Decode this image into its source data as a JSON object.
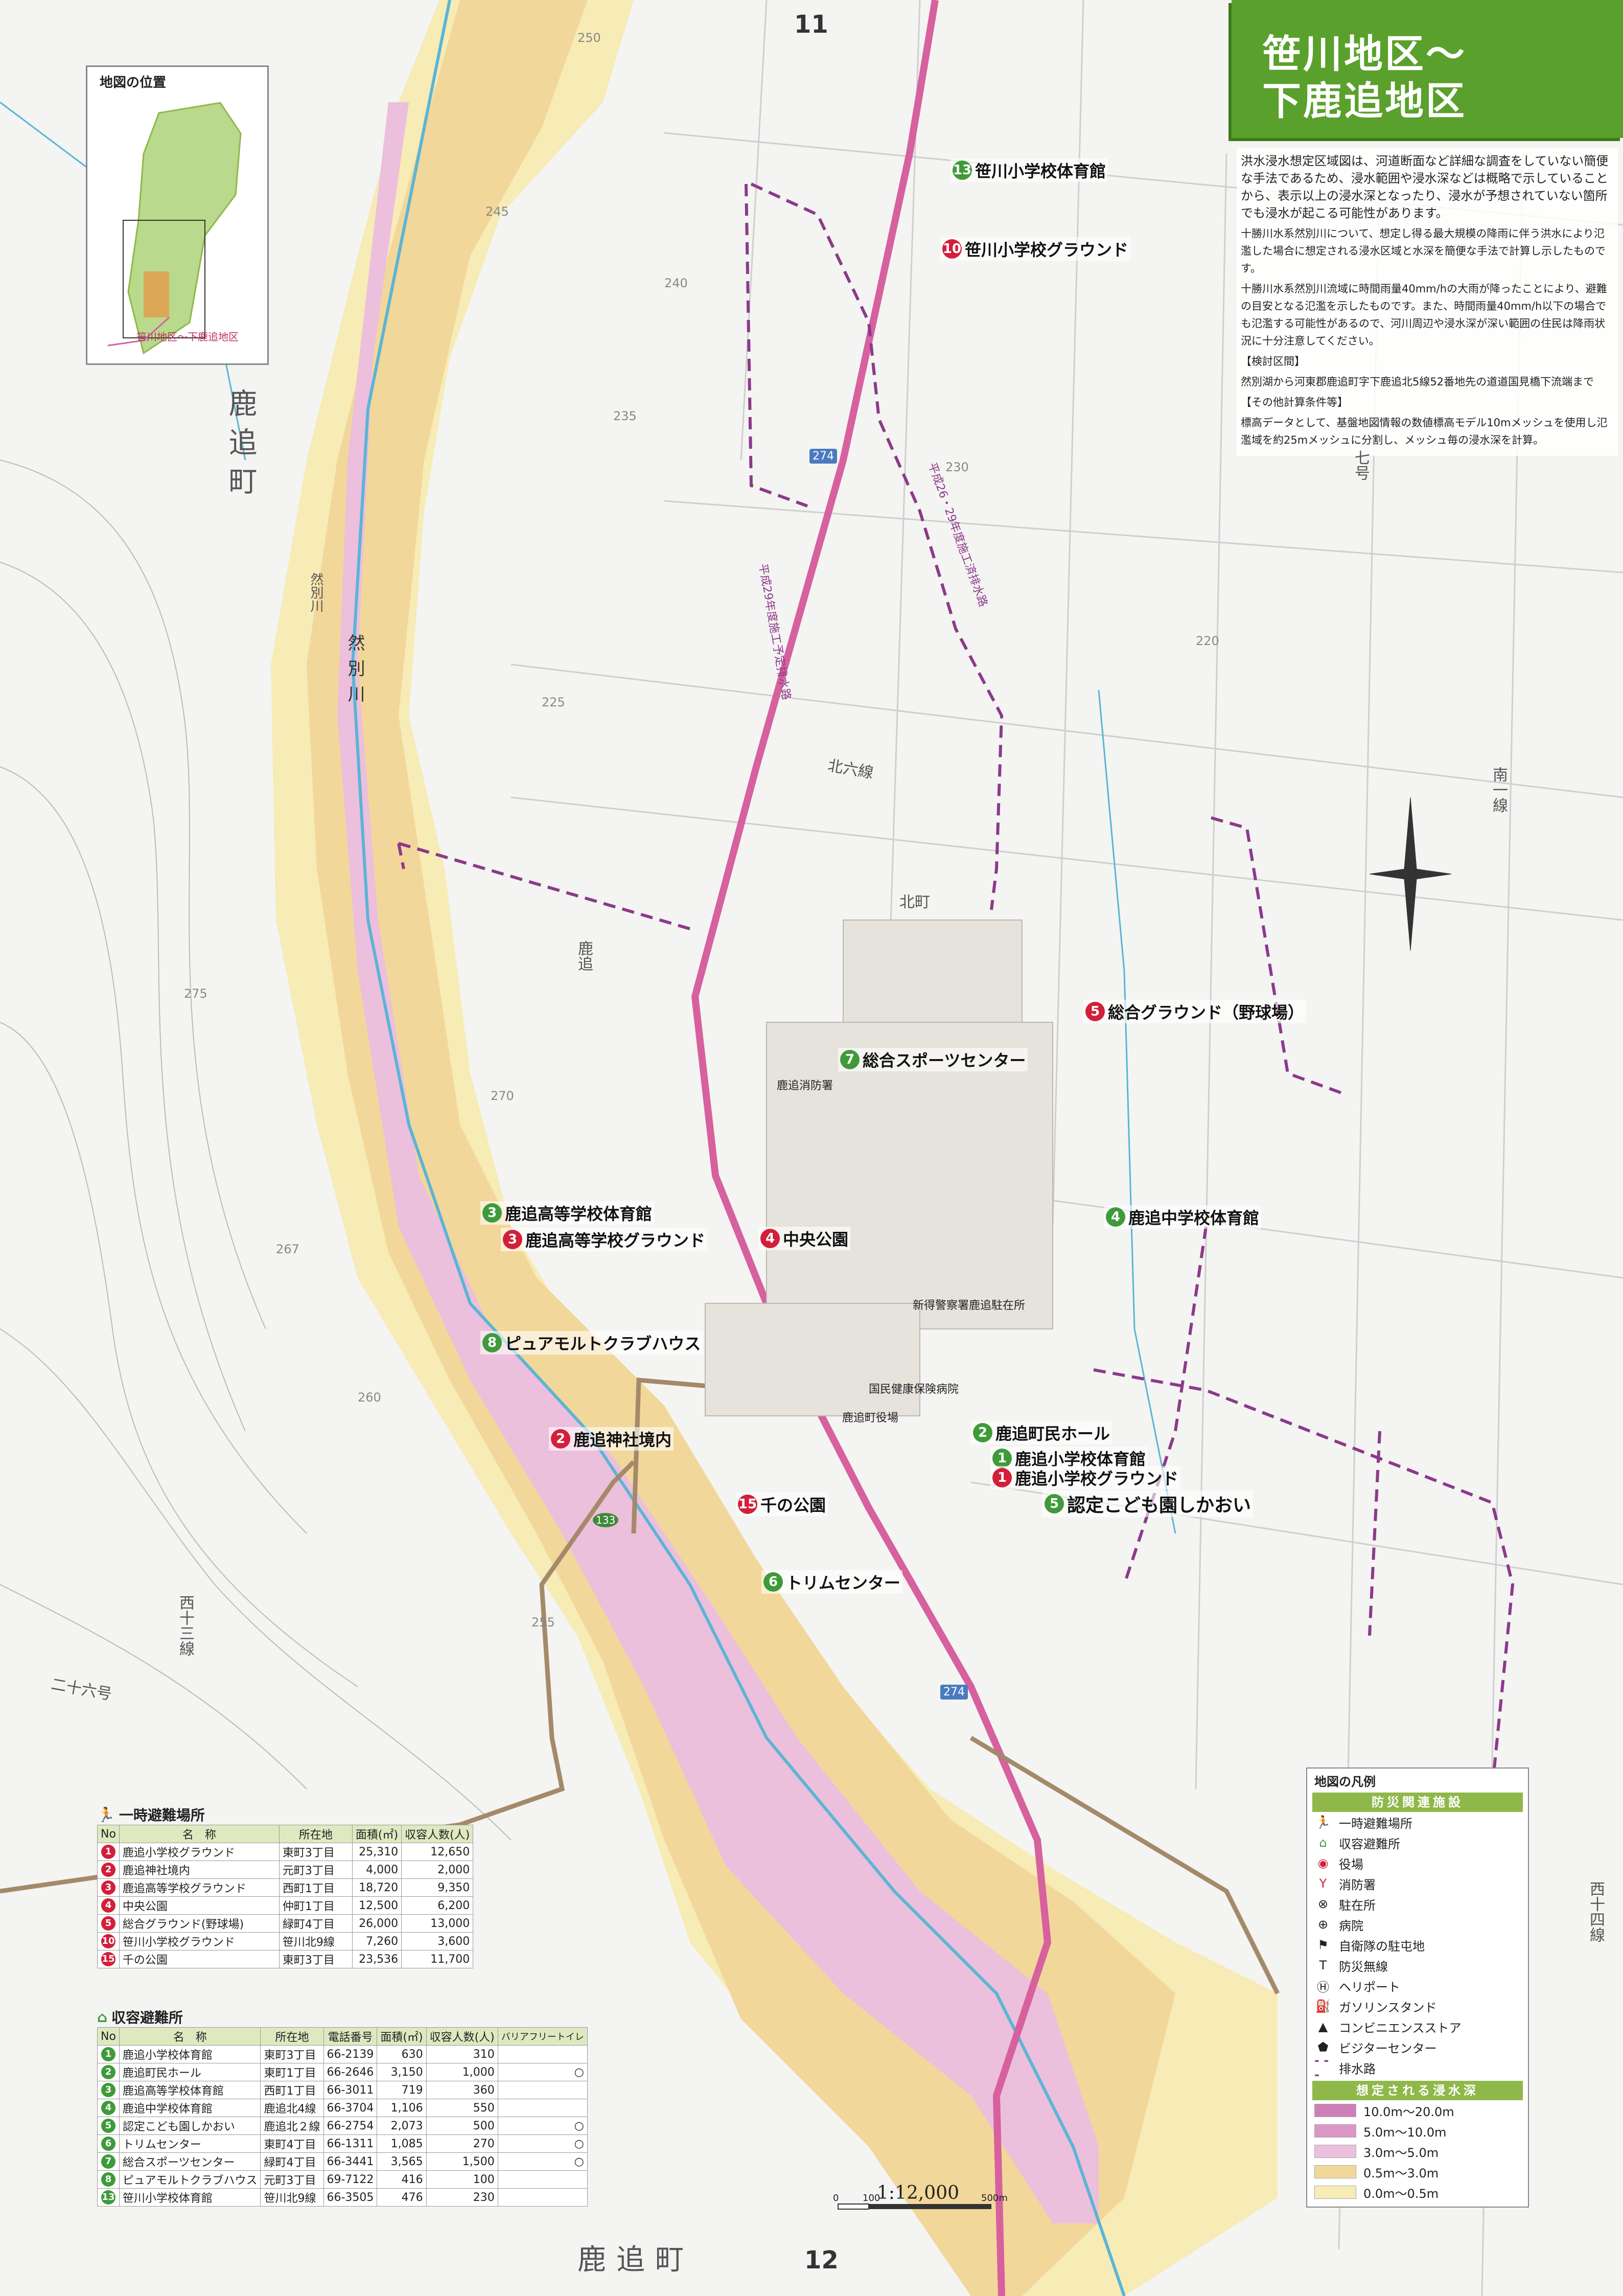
{
  "header": {
    "page_top": "11",
    "page_bottom": "12",
    "title_line1": "笹川地区～",
    "title_line2": "下鹿追地区"
  },
  "description": {
    "p1": "洪水浸水想定区域図は、河道断面など詳細な調査をしていない簡便な手法であるため、浸水範囲や浸水深などは概略で示していることから、表示以上の浸水深となったり、浸水が予想されていない箇所でも浸水が起こる可能性があります。",
    "p2": "十勝川水系然別川について、想定し得る最大規模の降雨に伴う洪水により氾濫した場合に想定される浸水区域と水深を簡便な手法で計算し示したものです。",
    "p3": "十勝川水系然別川流域に時間雨量40mm/hの大雨が降ったことにより、避難の目安となる氾濫を示したものです。また、時間雨量40mm/h以下の場合でも氾濫する可能性があるので、河川周辺や浸水深が深い範囲の住民は降雨状況に十分注意してください。",
    "p4": "【検討区間】",
    "p5": "然別湖から河東郡鹿追町字下鹿追北5線52番地先の道道国見橋下流端まで",
    "p6": "【その他計算条件等】",
    "p7": "標高データとして、基盤地図情報の数値標高モデル10mメッシュを使用し氾濫域を約25mメッシュに分割し、メッシュ毎の浸水深を計算。"
  },
  "location_map": {
    "title": "地図の位置",
    "area_label": "笹川地区～下鹿追地区"
  },
  "map_labels": {
    "town_left": "鹿追町",
    "town_bottom": "鹿追町",
    "river": "然別川",
    "river_small": "然別川",
    "route": "274",
    "route2": "133",
    "road_kita6": "北六線",
    "road_7go": "七号",
    "road_26go": "二十六号",
    "road_nishi13": "西十三線",
    "road_nishi14": "西十四線",
    "road_minami": "南一線",
    "kita": "北町",
    "kunenbetsu": "鹿追",
    "fire": "鹿追消防署",
    "police": "新得警察署鹿追駐在所",
    "hospital": "国民健康保険病院",
    "townhall": "鹿追町役場",
    "drain1": "平成29年度施工予定排水路",
    "drain2": "平成26・29年度施工済排水路",
    "scale": "1:12,000",
    "scale_0": "0",
    "scale_100": "100",
    "scale_500": "500m",
    "elev": [
      "250",
      "245",
      "240",
      "235",
      "230",
      "225",
      "220",
      "275",
      "270",
      "267",
      "260",
      "255"
    ]
  },
  "facilities": [
    {
      "num": "13",
      "type": "g",
      "label": "笹川小学校体育館"
    },
    {
      "num": "10",
      "type": "r",
      "label": "笹川小学校グラウンド"
    },
    {
      "num": "5",
      "type": "r",
      "label": "総合グラウンド（野球場）"
    },
    {
      "num": "7",
      "type": "g",
      "label": "総合スポーツセンター"
    },
    {
      "num": "4",
      "type": "g",
      "label": "鹿追中学校体育館"
    },
    {
      "num": "3",
      "type": "g",
      "label": "鹿追高等学校体育館"
    },
    {
      "num": "3",
      "type": "r",
      "label": "鹿追高等学校グラウンド"
    },
    {
      "num": "4",
      "type": "r",
      "label": "中央公園"
    },
    {
      "num": "8",
      "type": "g",
      "label": "ピュアモルトクラブハウス"
    },
    {
      "num": "2",
      "type": "r",
      "label": "鹿追神社境内"
    },
    {
      "num": "2",
      "type": "g",
      "label": "鹿追町民ホール"
    },
    {
      "num": "1",
      "type": "g",
      "label": "鹿追小学校体育館"
    },
    {
      "num": "1",
      "type": "r",
      "label": "鹿追小学校グラウンド"
    },
    {
      "num": "5",
      "type": "g",
      "label": "認定こども園しかおい"
    },
    {
      "num": "15",
      "type": "r",
      "label": "千の公園"
    },
    {
      "num": "6",
      "type": "g",
      "label": "トリムセンター"
    }
  ],
  "temp_table": {
    "title": "一時避難場所",
    "headers": [
      "No",
      "名　称",
      "所在地",
      "面積(㎡)",
      "収容人数(人)"
    ],
    "rows": [
      [
        "1",
        "鹿追小学校グラウンド",
        "東町3丁目",
        "25,310",
        "12,650"
      ],
      [
        "2",
        "鹿追神社境内",
        "元町3丁目",
        "4,000",
        "2,000"
      ],
      [
        "3",
        "鹿追高等学校グラウンド",
        "西町1丁目",
        "18,720",
        "9,350"
      ],
      [
        "4",
        "中央公園",
        "仲町1丁目",
        "12,500",
        "6,200"
      ],
      [
        "5",
        "総合グラウンド(野球場)",
        "緑町4丁目",
        "26,000",
        "13,000"
      ],
      [
        "10",
        "笹川小学校グラウンド",
        "笹川北9線",
        "7,260",
        "3,600"
      ],
      [
        "15",
        "千の公園",
        "東町3丁目",
        "23,536",
        "11,700"
      ]
    ]
  },
  "shelter_table": {
    "title": "収容避難所",
    "headers": [
      "No",
      "名　称",
      "所在地",
      "電話番号",
      "面積(㎡)",
      "収容人数(人)",
      "バリアフリートイレ"
    ],
    "rows": [
      [
        "1",
        "鹿追小学校体育館",
        "東町3丁目",
        "66-2139",
        "630",
        "310",
        ""
      ],
      [
        "2",
        "鹿追町民ホール",
        "東町1丁目",
        "66-2646",
        "3,150",
        "1,000",
        "○"
      ],
      [
        "3",
        "鹿追高等学校体育館",
        "西町1丁目",
        "66-3011",
        "719",
        "360",
        ""
      ],
      [
        "4",
        "鹿追中学校体育館",
        "鹿追北4線",
        "66-3704",
        "1,106",
        "550",
        ""
      ],
      [
        "5",
        "認定こども園しかおい",
        "鹿追北２線",
        "66-2754",
        "2,073",
        "500",
        "○"
      ],
      [
        "6",
        "トリムセンター",
        "東町4丁目",
        "66-1311",
        "1,085",
        "270",
        "○"
      ],
      [
        "7",
        "総合スポーツセンター",
        "緑町4丁目",
        "66-3441",
        "3,565",
        "1,500",
        "○"
      ],
      [
        "8",
        "ピュアモルトクラブハウス",
        "元町3丁目",
        "69-7122",
        "416",
        "100",
        ""
      ],
      [
        "13",
        "笹川小学校体育館",
        "笹川北9線",
        "66-3505",
        "476",
        "230",
        ""
      ]
    ]
  },
  "legend": {
    "title": "地図の凡例",
    "section1": "防災関連施設",
    "items": [
      {
        "icon": "run",
        "label": "一時避難場所"
      },
      {
        "icon": "house",
        "label": "収容避難所"
      },
      {
        "icon": "dot",
        "label": "役場"
      },
      {
        "icon": "fire",
        "label": "消防署"
      },
      {
        "icon": "x",
        "label": "駐在所"
      },
      {
        "icon": "plus",
        "label": "病院"
      },
      {
        "icon": "flag",
        "label": "自衛隊の駐屯地"
      },
      {
        "icon": "tower",
        "label": "防災無線"
      },
      {
        "icon": "heli",
        "label": "ヘリポート"
      },
      {
        "icon": "gas",
        "label": "ガソリンスタンド"
      },
      {
        "icon": "conv",
        "label": "コンビニエンスストア"
      },
      {
        "icon": "visitor",
        "label": "ビジターセンター"
      },
      {
        "icon": "drain",
        "label": "排水路"
      }
    ],
    "section2": "想定される浸水深",
    "depths": [
      {
        "label": "10.0m～20.0m",
        "color": "#cf7fb8"
      },
      {
        "label": "5.0m～10.0m",
        "color": "#dc96c6"
      },
      {
        "label": "3.0m～5.0m",
        "color": "#ecbfdc"
      },
      {
        "label": "0.5m～3.0m",
        "color": "#f2d79a"
      },
      {
        "label": "0.0m～0.5m",
        "color": "#f7ebb6"
      }
    ]
  },
  "colors": {
    "accent": "#5aa02c",
    "road": "#d6619e",
    "drain": "#8b3a8a",
    "river": "#5ab5d6"
  }
}
